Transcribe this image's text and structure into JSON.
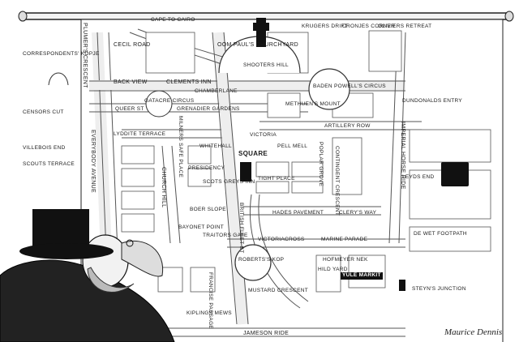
{
  "map": {
    "labels": {
      "oom_pauls": "OOM PAUL'S CHURCHYARD",
      "plumers": "PLUMER'S CRESCENT",
      "cecil": "CECIL ROAD",
      "cape_to_cairo": "CAPE TO CAIRO",
      "krugers_drift": "KRUGERS DRIFT",
      "cronjes": "CRONJES CORNER",
      "oliviers": "OLIVIERS RETREAT",
      "correspondents": "CORRESPONDENTS' KOPJE",
      "censors": "CENSORS CUT",
      "back_view": "BACK VIEW",
      "clements": "CLEMENTS INN",
      "chamberlane": "CHAMBERLANE",
      "shooters": "SHOOTERS HILL",
      "baden": "BADEN POWELL'S CIRCUS",
      "methuens": "METHUEN'S MOUNT",
      "dundonalds": "DUNDONALDS ENTRY",
      "queer": "QUEER ST",
      "gatacre": "GATACRE CIRCUS",
      "grenadier": "GRENADIER GARDENS",
      "lyddite": "LYDDITE TERRACE",
      "artillery": "ARTILLERY ROW",
      "villebois": "VILLEBOIS END",
      "scouts": "SCOUTS TERRACE",
      "everybody": "EVERYBODY AVENUE",
      "church_hill": "CHURCH HILL",
      "milners": "MILNERS SAFE PLACE",
      "whitehall": "WHITEHALL",
      "victoria": "VICTORIA",
      "square": "SQUARE",
      "pell_mell": "PELL MELL",
      "poplar": "POPLAR GROVE",
      "contingent": "CONTINGENT CRESCENT",
      "imperial": "IMPERIAL HORSE RIDE",
      "presidency": "PRESIDENCY",
      "scots_greys": "SCOTS GREYS INN",
      "british_fleet": "BRITISH FLEET ST",
      "tight_place": "TIGHT PLACE",
      "leydsend": "LEYDS END",
      "boer_slope": "BOER SLOPE",
      "bayonet": "BAYONET POINT",
      "hades": "HADES PAVEMENT",
      "clerys": "CLERY'S WAY",
      "traitors": "TRAITORS GATE",
      "victoriacross": "VICTORIACROSS",
      "marine": "MARINE PARADE",
      "dewet": "DE WET FOOTPATH",
      "roberts": "ROBERTS'S KOP",
      "hofmeyer": "HOFMEYER NEK",
      "hild_yard": "HILD YARD",
      "yule_markit": "YULE MARKIT",
      "steyns": "STEYN'S JUNCTION",
      "francise": "FRANCISE PASSAGE",
      "mustard": "MUSTARD CRESCENT",
      "kiplings": "KIPLINGS MEWS",
      "jameson": "JAMESON RIDE"
    }
  },
  "signature": "Maurice Dennis"
}
